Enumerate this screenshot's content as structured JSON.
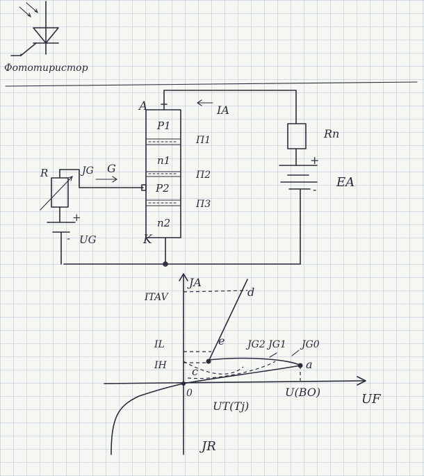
{
  "top_sketch": {
    "caption": "Фототиристор"
  },
  "thyristor_circuit": {
    "anode_label": "A",
    "cathode_label": "K",
    "anode_current_label": "IA",
    "load_resistor_label": "Rn",
    "supply_label": "EA",
    "gate_resistor_label": "R",
    "gate_current_label": "JG",
    "gate_terminal_label": "G",
    "gate_supply_label": "UG",
    "plus_sign": "+",
    "minus_sign": "-",
    "layers": [
      "P1",
      "n1",
      "P2",
      "n2"
    ],
    "junctions": [
      "П1",
      "П2",
      "П3"
    ]
  },
  "iv_characteristic": {
    "y_axis_label": "JA",
    "x_axis_label": "UF",
    "reverse_current_label": "JR",
    "origin_label": "0",
    "i_tav_label": "ITAV",
    "i_l_label": "IL",
    "i_h_label": "IH",
    "point_labels": [
      "d",
      "e",
      "c",
      "a"
    ],
    "u_t_label": "UT(Tj)",
    "u_bo_label": "U(BO)",
    "gate_current_labels": "JG2 JG1",
    "gate_current_zero_label": "JG0"
  }
}
